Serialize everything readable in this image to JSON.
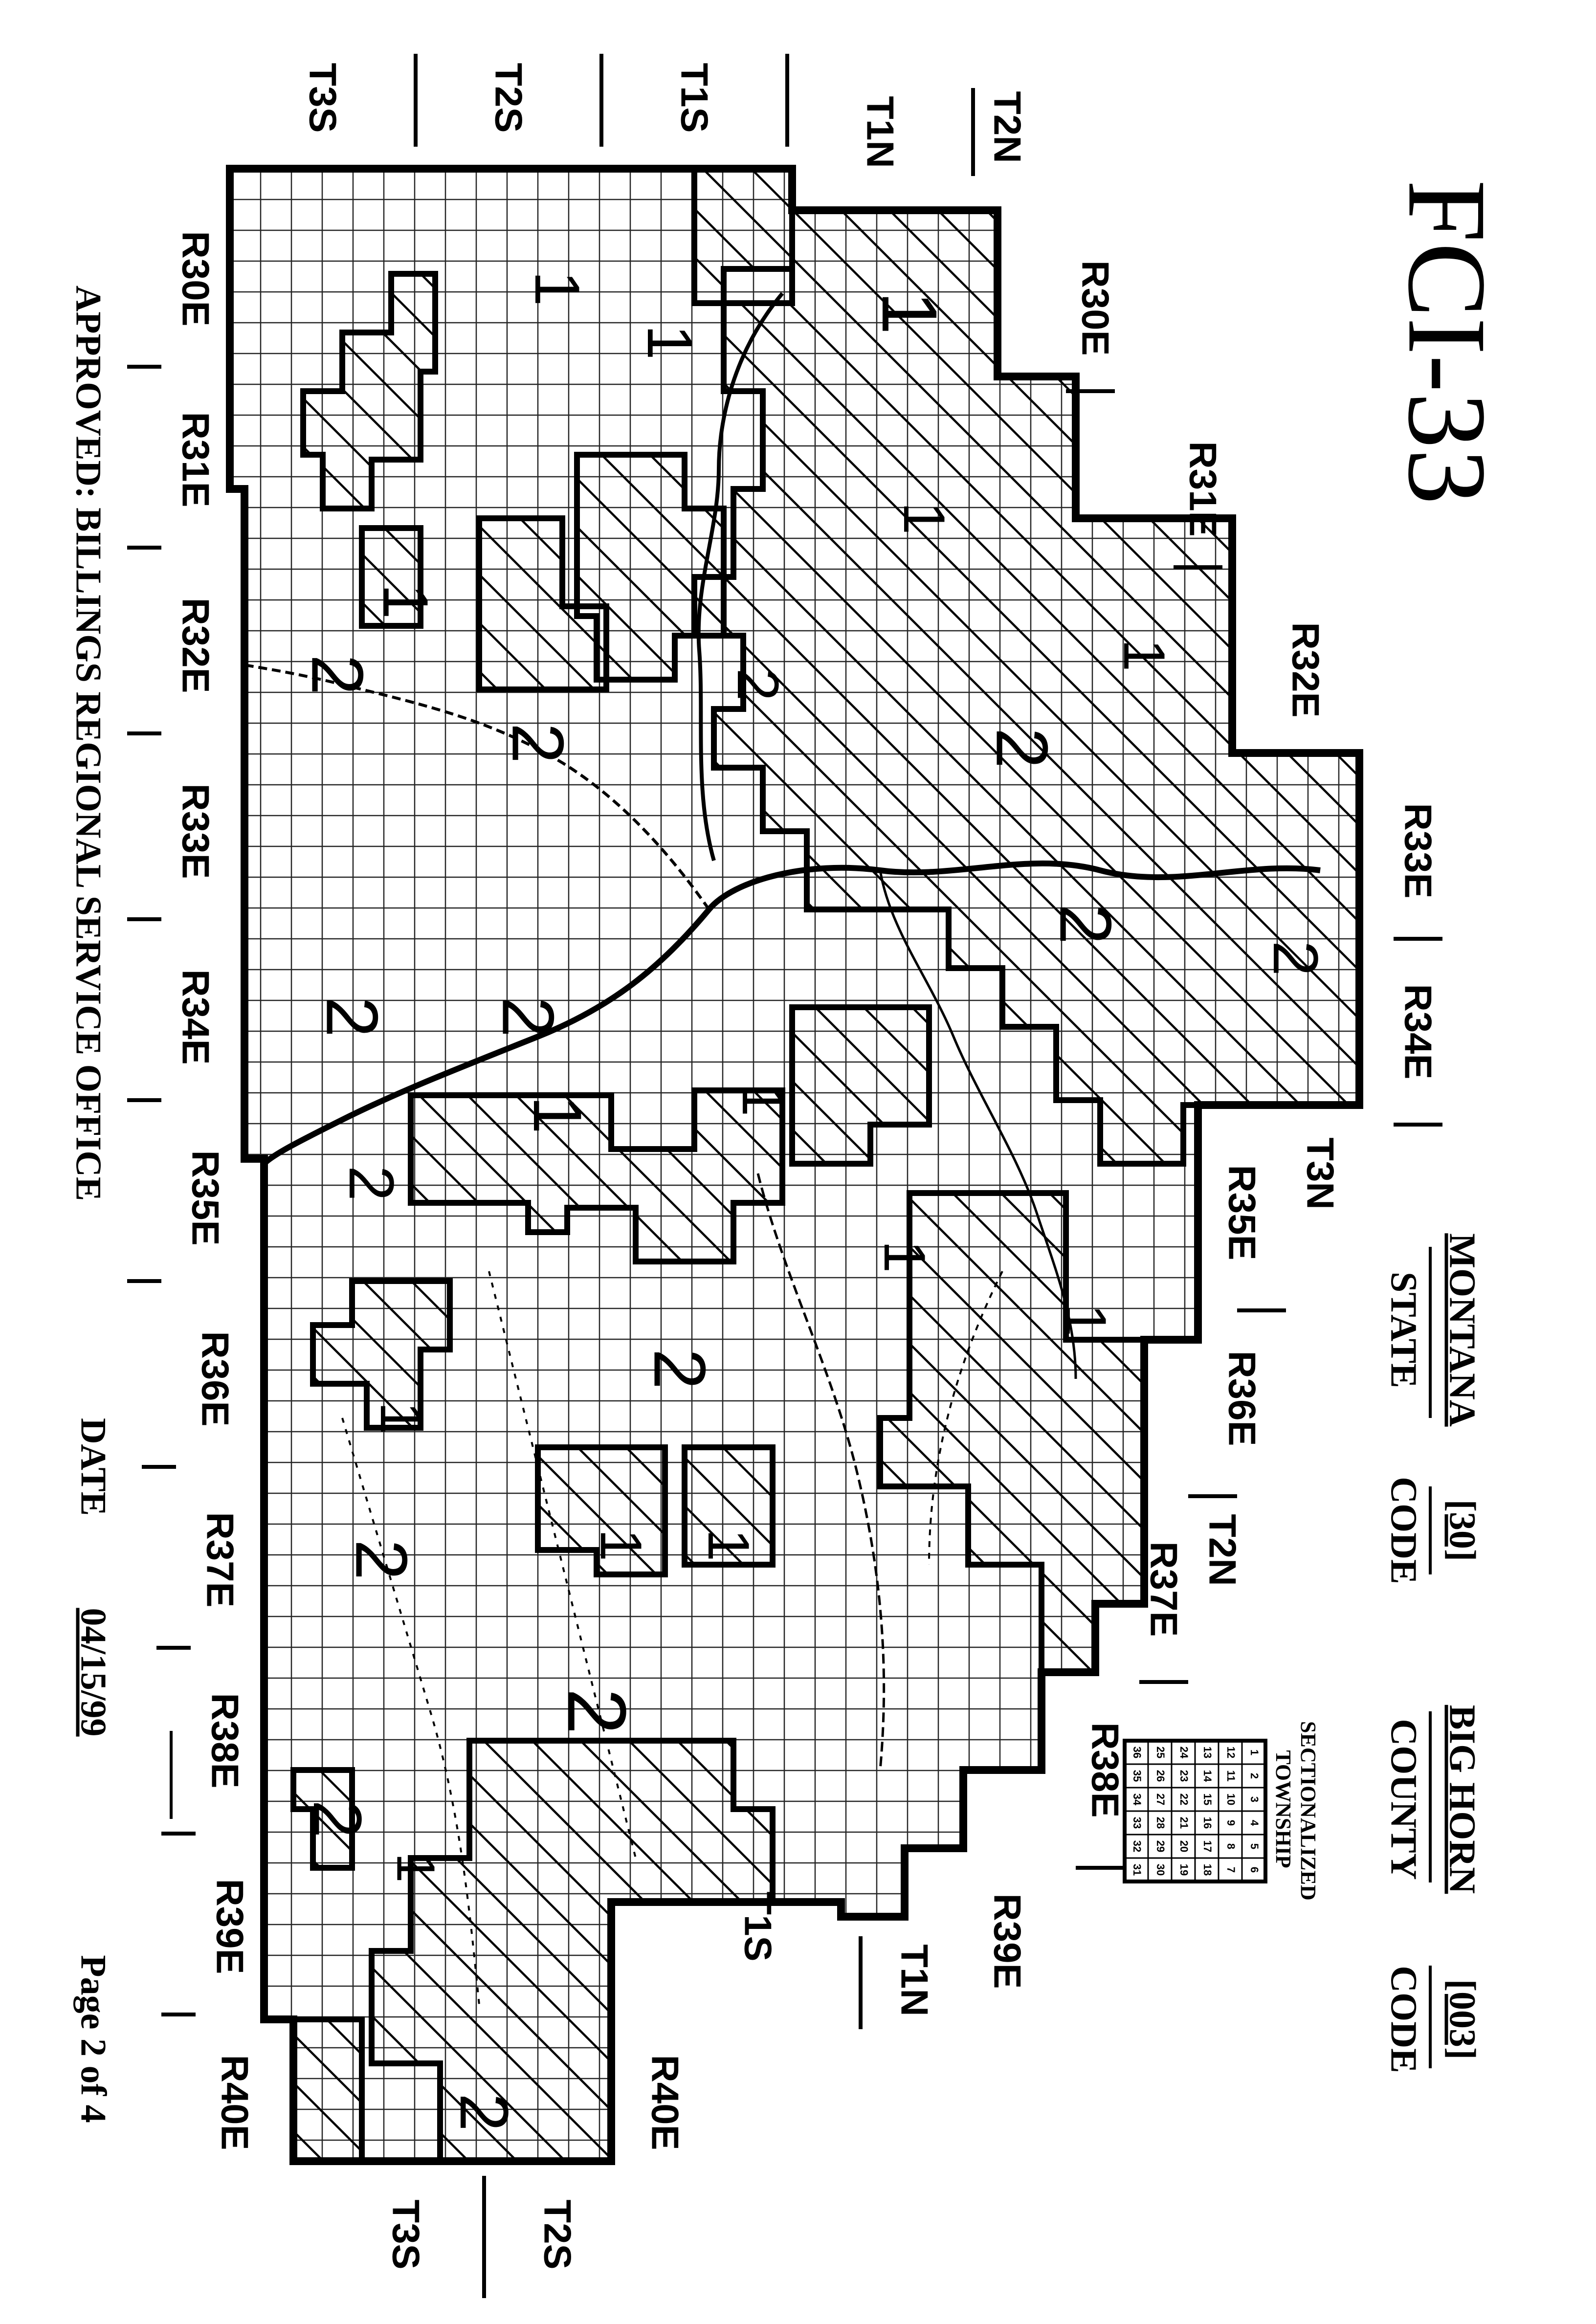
{
  "form_id": "FCI-33",
  "state": {
    "name": "MONTANA",
    "code": "[30]",
    "name_label": "STATE",
    "code_label": "CODE"
  },
  "county": {
    "name": "BIG HORN",
    "code": "[003]",
    "name_label": "COUNTY",
    "code_label": "CODE"
  },
  "legend": {
    "title": "SECTIONALIZED TOWNSHIP",
    "grid": [
      [
        6,
        5,
        4,
        3,
        2,
        1
      ],
      [
        7,
        8,
        9,
        10,
        11,
        12
      ],
      [
        18,
        17,
        16,
        15,
        14,
        13
      ],
      [
        19,
        20,
        21,
        22,
        23,
        24
      ],
      [
        30,
        29,
        28,
        27,
        26,
        25
      ],
      [
        31,
        32,
        33,
        34,
        35,
        36
      ]
    ]
  },
  "ranges_top": [
    "R30E",
    "R31E",
    "R32E",
    "R33E",
    "R34E",
    "R35E",
    "R36E",
    "R37E",
    "R38E",
    "R39E",
    "R40E"
  ],
  "ranges_bottom": [
    "R30E",
    "R31E",
    "R32E",
    "R33E",
    "R34E",
    "R35E",
    "R36E",
    "R37E",
    "R38E",
    "R39E",
    "R40E"
  ],
  "townships_left": [
    "T3S",
    "T2S",
    "T1S",
    "T1N",
    "T2N"
  ],
  "townships_right_upper": [
    "T3N",
    "T2N"
  ],
  "townships_right_lower": [
    "T1S",
    "T1N"
  ],
  "townships_bottom": [
    "T2S",
    "T3S"
  ],
  "approved": "APPROVED: BILLINGS REGIONAL SERVICE OFFICE",
  "date_label": "DATE",
  "date_value": "04/15/99",
  "page": "Page 2 of 4",
  "zones": {
    "one": "1",
    "two": "2"
  }
}
